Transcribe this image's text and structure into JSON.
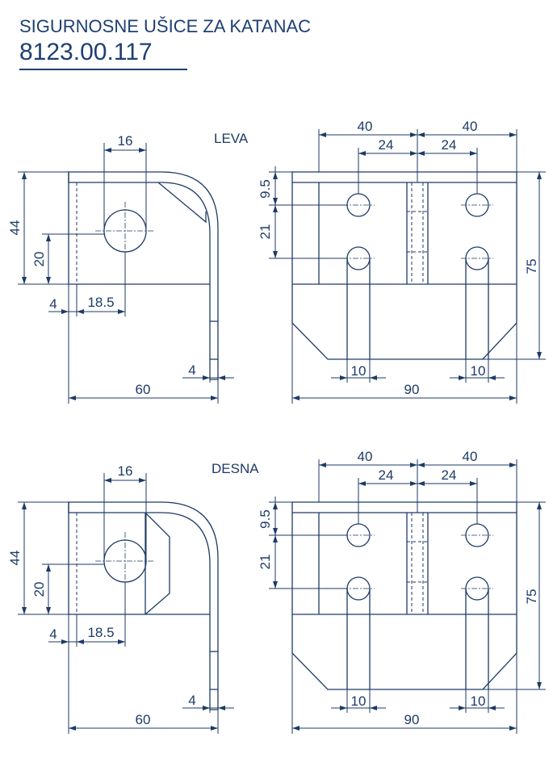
{
  "header": {
    "title": "SIGURNOSNE UŠICE ZA KATANAC",
    "code": "8123.00.117"
  },
  "views": {
    "top": {
      "label": "LEVA"
    },
    "bottom": {
      "label": "DESNA"
    }
  },
  "side": {
    "d16": "16",
    "d44": "44",
    "d20": "20",
    "d4a": "4",
    "d18_5": "18.5",
    "d4b": "4",
    "d60": "60"
  },
  "front": {
    "d40a": "40",
    "d40b": "40",
    "d24a": "24",
    "d24b": "24",
    "d9_5": "9.5",
    "d21": "21",
    "d75": "75",
    "d10a": "10",
    "d10b": "10",
    "d90": "90"
  },
  "colors": {
    "line": "#1e3a66",
    "title": "#1e3f73"
  }
}
